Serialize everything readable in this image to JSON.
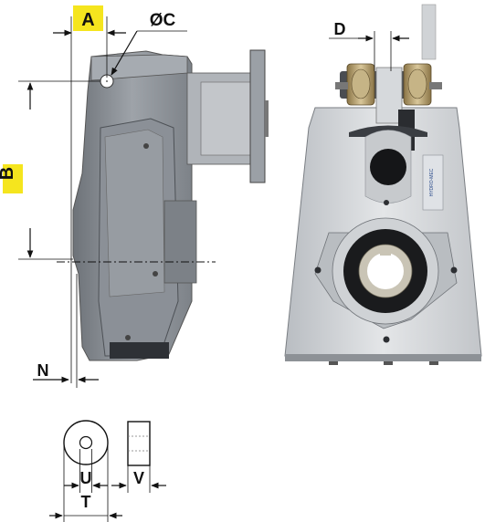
{
  "labels": {
    "A": "A",
    "B": "B",
    "C": "ØC",
    "D": "D",
    "N": "N",
    "T": "T",
    "U": "U",
    "V": "V"
  },
  "nameplate": "HYDRO-MEC",
  "colors": {
    "highlight": "#f5e51e",
    "body": "#cfd2d6",
    "body_dark": "#8f949b",
    "black": "#1a1a1a",
    "bronze": "#b7a272"
  }
}
